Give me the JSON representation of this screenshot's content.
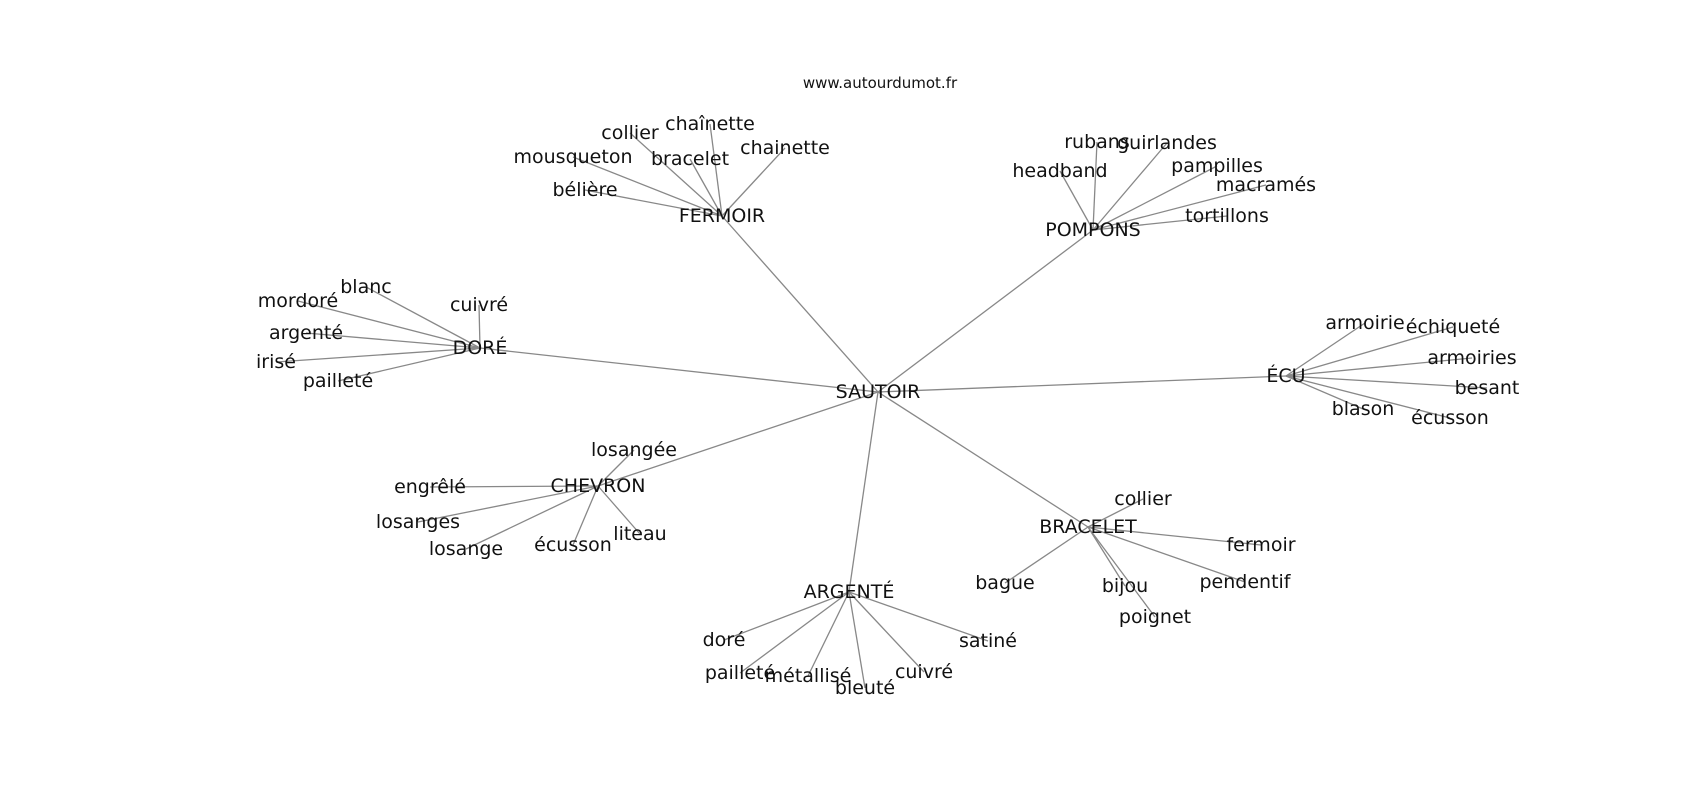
{
  "site_caption": "www.autourdumot.fr",
  "graph": {
    "center": "SAUTOIR",
    "groups": [
      {
        "hub": "FERMOIR",
        "leaves": [
          "bélière",
          "mousqueton",
          "collier",
          "chaînette",
          "bracelet",
          "chainette"
        ]
      },
      {
        "hub": "POMPONS",
        "leaves": [
          "headband",
          "rubans",
          "guirlandes",
          "pampilles",
          "macramés",
          "tortillons"
        ]
      },
      {
        "hub": "DORÉ",
        "leaves": [
          "blanc",
          "mordoré",
          "cuivré",
          "argenté",
          "irisé",
          "pailleté"
        ]
      },
      {
        "hub": "ÉCU",
        "leaves": [
          "armoirie",
          "échiqueté",
          "armoiries",
          "besant",
          "blason",
          "écusson"
        ]
      },
      {
        "hub": "CHEVRON",
        "leaves": [
          "losangée",
          "engrêlé",
          "losanges",
          "losange",
          "écusson",
          "liteau"
        ]
      },
      {
        "hub": "BRACELET",
        "leaves": [
          "collier",
          "fermoir",
          "pendentif",
          "bijou",
          "poignet",
          "bague"
        ]
      },
      {
        "hub": "ARGENTÉ",
        "leaves": [
          "doré",
          "pailleté",
          "métallisé",
          "bleuté",
          "cuivré",
          "satiné"
        ]
      }
    ]
  }
}
